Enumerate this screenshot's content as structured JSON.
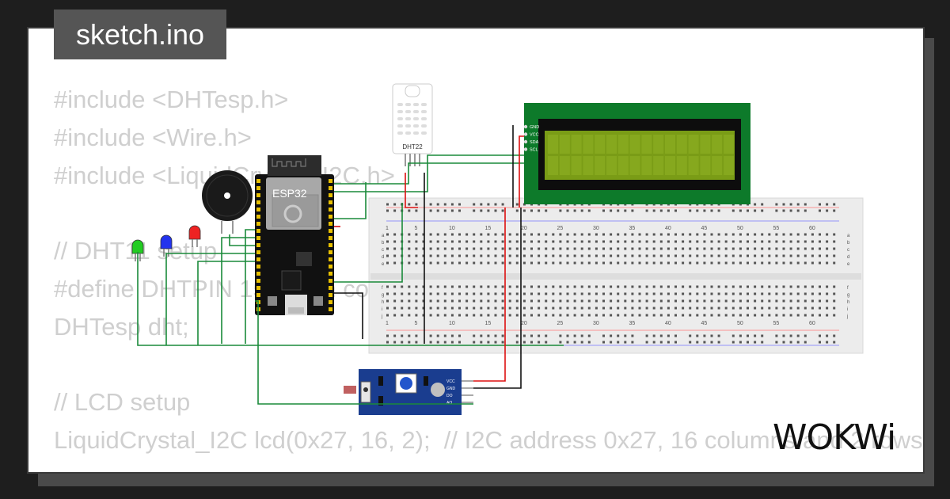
{
  "file_tab": {
    "label": "sketch.ino"
  },
  "code_lines": [
    "#include <DHTesp.h>",
    "#include <Wire.h>",
    "#include <LiquidCrystal_I2C.h>",
    "",
    "// DHT11 setup",
    "#define DHTPIN 15  // Pin connected to DHT11",
    "DHTesp dht;",
    "",
    "// LCD setup",
    "LiquidCrystal_I2C lcd(0x27, 16, 2);  // I2C address 0x27, 16 columns and 2 rows"
  ],
  "board": {
    "label": "ESP32"
  },
  "sensor": {
    "label": "DHT22"
  },
  "lcd": {
    "pins": [
      "GND",
      "VCC",
      "SDA",
      "SCL"
    ]
  },
  "breadboard": {
    "column_numbers": [
      "1",
      "5",
      "10",
      "15",
      "20",
      "25",
      "30",
      "35",
      "40",
      "45",
      "50",
      "55",
      "60"
    ],
    "row_letters_top": [
      "a",
      "b",
      "c",
      "d",
      "e"
    ],
    "row_letters_bottom": [
      "f",
      "g",
      "h",
      "i",
      "j"
    ]
  },
  "ldr_module": {
    "pins": [
      "VCC",
      "GND",
      "DO",
      "AO"
    ]
  },
  "leds": [
    {
      "name": "green",
      "color": "#22cc22"
    },
    {
      "name": "blue",
      "color": "#2233ee"
    },
    {
      "name": "red",
      "color": "#ee2222"
    }
  ],
  "brand": {
    "logo_text": "WOKWi"
  }
}
